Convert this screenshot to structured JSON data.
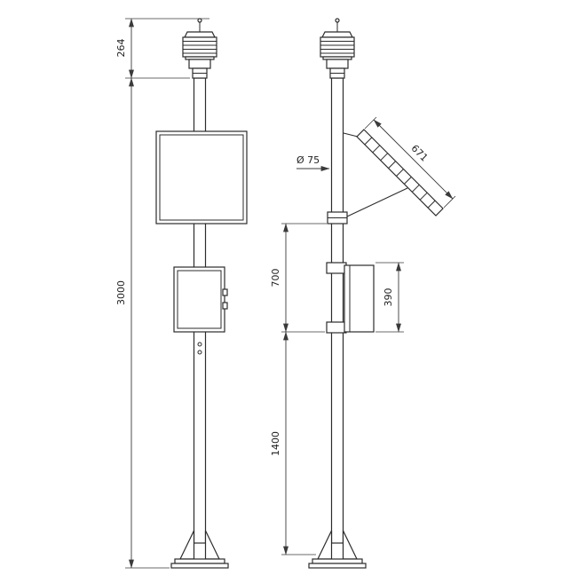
{
  "drawing": {
    "labels": {
      "dim_264": "264",
      "dim_3000": "3000",
      "dim_700": "700",
      "dim_1400": "1400",
      "dim_390": "390",
      "dim_671": "671",
      "dim_pole_diameter": "Ø 75"
    }
  }
}
